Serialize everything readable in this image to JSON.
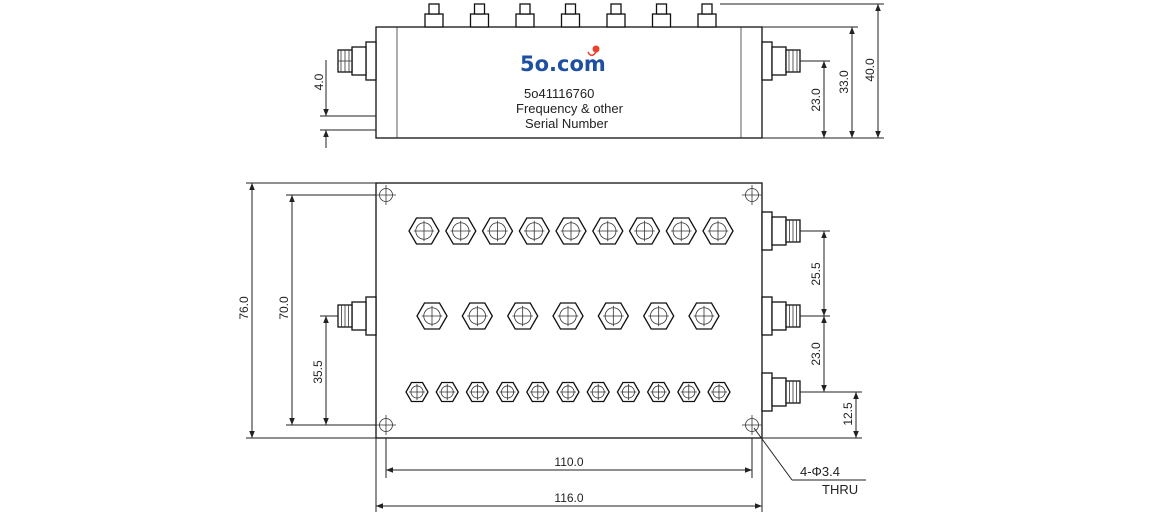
{
  "brand": {
    "logo_text": "5o.com",
    "logo_dot_color": "#e8412c",
    "logo_color": "#1e4fa0"
  },
  "label": {
    "part_number": "5o41116760",
    "line2": "Frequency & other",
    "line3": "Serial Number"
  },
  "side_view": {
    "dim_connector_height": "4.0",
    "dim_23": "23.0",
    "dim_33": "33.0",
    "dim_40": "40.0"
  },
  "top_view": {
    "dim_76": "76.0",
    "dim_70": "70.0",
    "dim_35_5": "35.5",
    "dim_25_5": "25.5",
    "dim_23": "23.0",
    "dim_12_5": "12.5",
    "dim_110": "110.0",
    "dim_116": "116.0",
    "hole_note_1": "4-Φ3.4",
    "hole_note_2": "THRU",
    "tuning_rows": [
      {
        "name": "upper-row",
        "count": 9
      },
      {
        "name": "middle-row",
        "count": 7
      },
      {
        "name": "lower-row",
        "count": 11
      }
    ]
  }
}
